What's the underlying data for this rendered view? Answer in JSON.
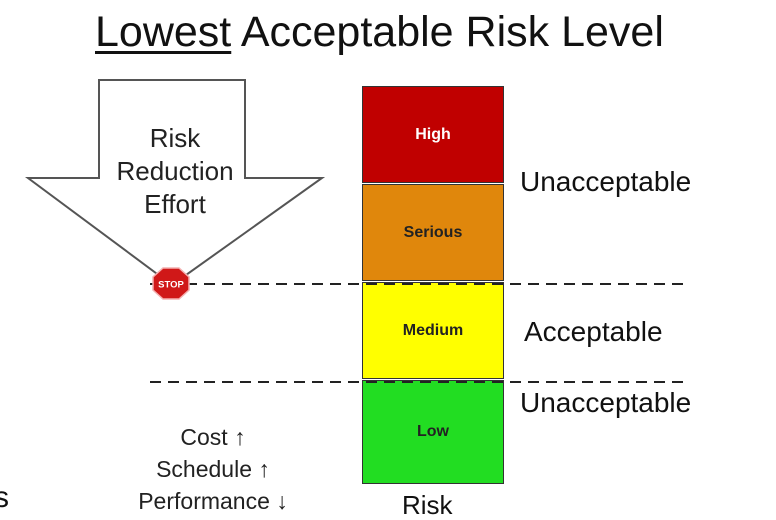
{
  "title": {
    "underlined": "Lowest",
    "rest": " Acceptable Risk Level"
  },
  "arrow": {
    "lines": [
      "Risk",
      "Reduction",
      "Effort"
    ]
  },
  "stop_sign": {
    "text": "STOP"
  },
  "levels": [
    {
      "label": "High",
      "color": "#c00000",
      "text_color": "#ffffff"
    },
    {
      "label": "Serious",
      "color": "#e0870c",
      "text_color": "#222222"
    },
    {
      "label": "Medium",
      "color": "#ffff00",
      "text_color": "#222222"
    },
    {
      "label": "Low",
      "color": "#22dd22",
      "text_color": "#222222"
    }
  ],
  "zones": {
    "upper": "Unacceptable",
    "middle": "Acceptable",
    "lower": "Unacceptable"
  },
  "tradeoffs": [
    "Cost ↑",
    "Schedule ↑",
    "Performance ↓"
  ],
  "axis_label": "Risk",
  "edge_fragment": "s"
}
